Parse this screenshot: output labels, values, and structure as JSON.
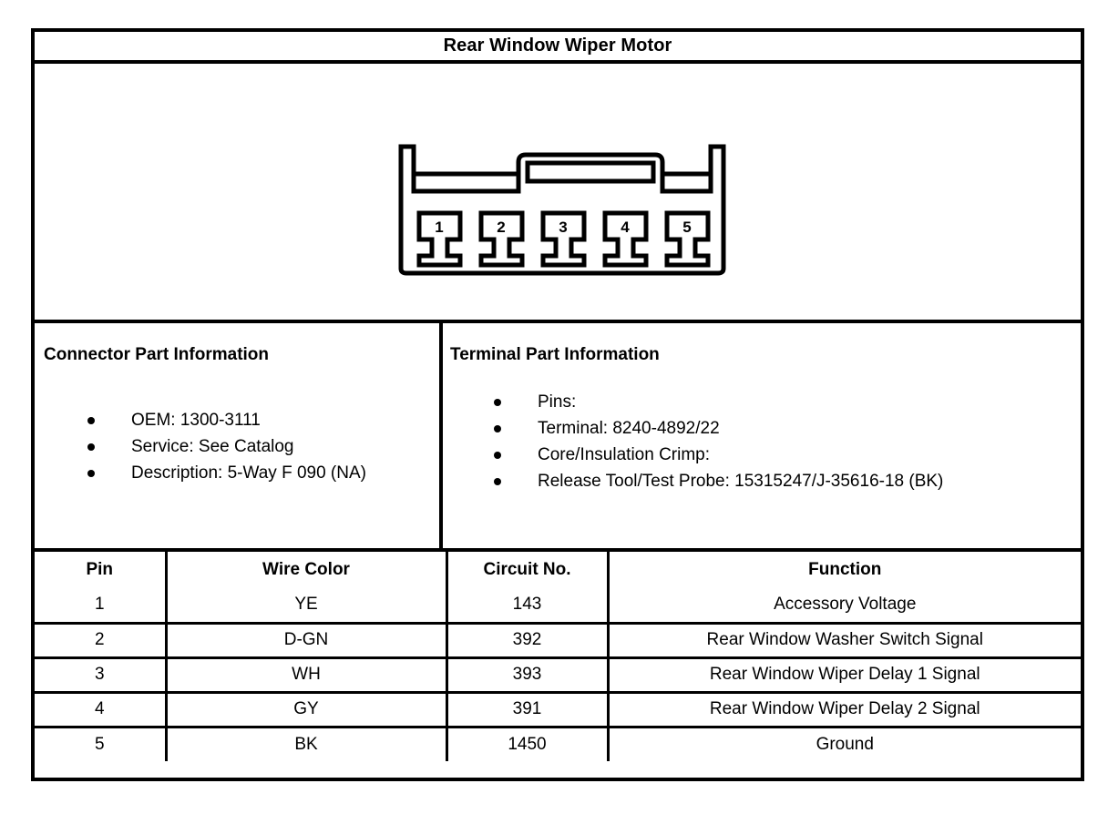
{
  "document": {
    "title": "Rear Window Wiper Motor"
  },
  "connector": {
    "diagram_name": "connector-end-view-5-way",
    "cavity_count": 5,
    "cavity_labels": [
      "1",
      "2",
      "3",
      "4",
      "5"
    ],
    "latch_name": "connector-latch"
  },
  "connector_part_information": {
    "heading": "Connector Part Information",
    "items": [
      "OEM: 1300-3111",
      "Service: See Catalog",
      "Description: 5-Way F 090 (NA)"
    ]
  },
  "terminal_part_information": {
    "heading": "Terminal Part Information",
    "items": [
      "Pins:",
      "Terminal: 8240-4892/22",
      "Core/Insulation Crimp:",
      "Release Tool/Test Probe: 15315247/J-35616-18 (BK)"
    ]
  },
  "pin_table": {
    "headers": [
      "Pin",
      "Wire Color",
      "Circuit No.",
      "Function"
    ],
    "rows": [
      {
        "pin": "1",
        "wire_color": "YE",
        "circuit_no": "143",
        "function": "Accessory Voltage"
      },
      {
        "pin": "2",
        "wire_color": "D-GN",
        "circuit_no": "392",
        "function": "Rear Window Washer Switch Signal"
      },
      {
        "pin": "3",
        "wire_color": "WH",
        "circuit_no": "393",
        "function": "Rear Window Wiper Delay 1 Signal"
      },
      {
        "pin": "4",
        "wire_color": "GY",
        "circuit_no": "391",
        "function": "Rear Window Wiper Delay 2 Signal"
      },
      {
        "pin": "5",
        "wire_color": "BK",
        "circuit_no": "1450",
        "function": "Ground"
      }
    ]
  },
  "colors": {
    "ink": "#000000",
    "paper": "#ffffff"
  }
}
